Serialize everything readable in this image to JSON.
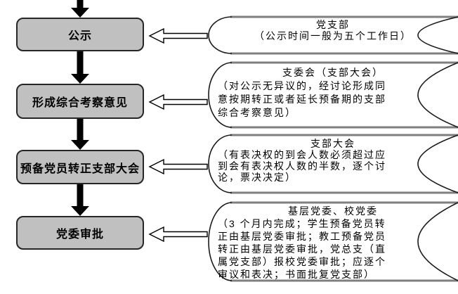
{
  "flow": {
    "steps": [
      {
        "label": "公示"
      },
      {
        "label": "形成综合考察意见"
      },
      {
        "label": "预备党员转正支部大会"
      },
      {
        "label": "党委审批"
      }
    ],
    "annotations": [
      {
        "title": "党支部",
        "lines": [
          "（公示时间一般为五个工作日）"
        ]
      },
      {
        "title": "支委会（支部大会）",
        "lines": [
          "（对公示无异议的，经讨论形成同",
          "意按期转正或者延长预备期的支部",
          "综合考察意见）"
        ]
      },
      {
        "title": "支部大会",
        "lines": [
          "（有表决权的到会人数必须超过应",
          "到会有表决权人数的半数，逐个讨",
          "论，票决决定）"
        ]
      },
      {
        "title": "基层党委、校党委",
        "lines": [
          "（3 个月内完成；学生预备党员转",
          "正由基层党委审批；教工预备党员",
          "转正由基层党委审批，党总支（直",
          "属党支部）报校党委审批；应逐个",
          "审议和表决；书面批复党支部）"
        ]
      }
    ],
    "colors": {
      "box_fill": "#c0c0c0",
      "box_border": "#262626",
      "shape_line_gray": "#7f7f7f",
      "arrow_fill": "#000000",
      "hollow_arrow_fill": "#ffffff"
    }
  }
}
